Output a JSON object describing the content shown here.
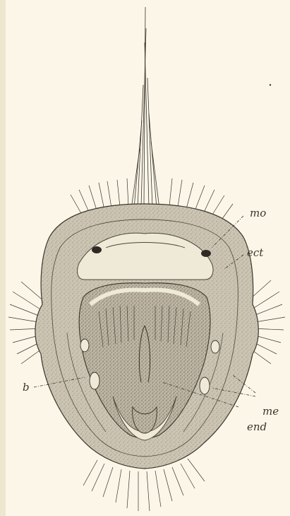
{
  "labels": {
    "mo": "mo",
    "ect": "ect",
    "b": "b",
    "me": "me",
    "end": "end"
  },
  "colors": {
    "paper": "#fbf6e8",
    "body_fill": "#c9c2b0",
    "inner_fill": "#b7b09e",
    "line": "#3a352c"
  }
}
